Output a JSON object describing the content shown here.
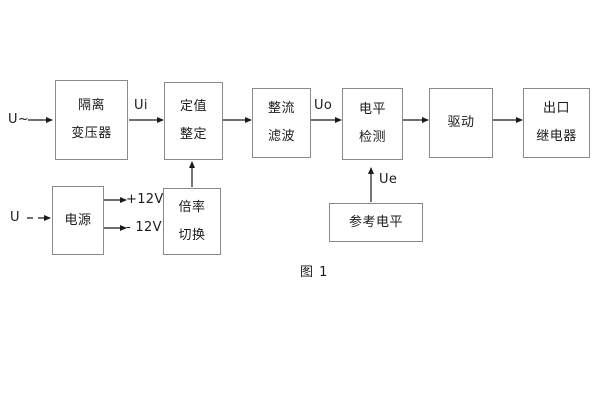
{
  "figure": {
    "caption": "图 1",
    "colors": {
      "background": "#ffffff",
      "block_border": "#8a8a8a",
      "text": "#1b1b1b",
      "wire": "#1b1b1b"
    }
  },
  "blocks": [
    {
      "id": "isolation-transformer",
      "lines": [
        "隔离",
        "变压器"
      ]
    },
    {
      "id": "setting-value",
      "lines": [
        "定值",
        "整定"
      ]
    },
    {
      "id": "rectify-filter",
      "lines": [
        "整流",
        "滤波"
      ]
    },
    {
      "id": "level-detection",
      "lines": [
        "电平",
        "检测"
      ]
    },
    {
      "id": "drive",
      "lines": [
        "驱动"
      ]
    },
    {
      "id": "output-relay",
      "lines": [
        "出口",
        "继电器"
      ]
    },
    {
      "id": "power-supply",
      "lines": [
        "电源"
      ]
    },
    {
      "id": "multiplier-switch",
      "lines": [
        "倍率",
        "切换"
      ]
    },
    {
      "id": "reference-level",
      "lines": [
        "参考电平"
      ]
    }
  ],
  "labels": {
    "input_ac": "U~",
    "input_dc": "U",
    "ui": "Ui",
    "uo": "Uo",
    "ue": "Ue",
    "rail_positive": "+12V",
    "rail_negative": "- 12V"
  }
}
